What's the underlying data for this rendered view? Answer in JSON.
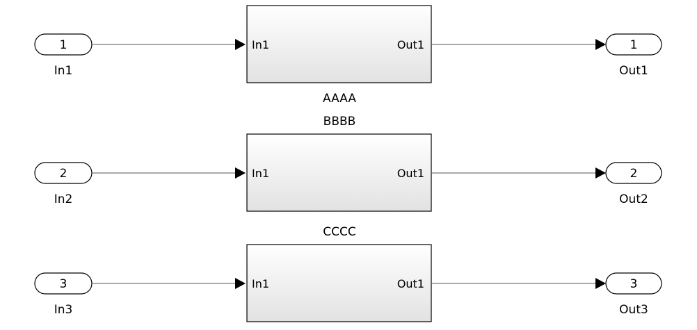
{
  "diagram": {
    "inports": [
      {
        "number": "1",
        "name": "In1"
      },
      {
        "number": "2",
        "name": "In2"
      },
      {
        "number": "3",
        "name": "In3"
      }
    ],
    "outports": [
      {
        "number": "1",
        "name": "Out1"
      },
      {
        "number": "2",
        "name": "Out2"
      },
      {
        "number": "3",
        "name": "Out3"
      }
    ],
    "subsystems": [
      {
        "name": "AAAA",
        "in_port": "In1",
        "out_port": "Out1"
      },
      {
        "name": "BBBB",
        "in_port": "In1",
        "out_port": "Out1"
      },
      {
        "name": "CCCC",
        "in_port": "In1",
        "out_port": "Out1"
      }
    ]
  },
  "colors": {
    "line": "#555555",
    "block_border": "#000000",
    "block_fill_top": "#ffffff",
    "block_fill_bottom": "#e2e2e2",
    "text": "#000000"
  }
}
